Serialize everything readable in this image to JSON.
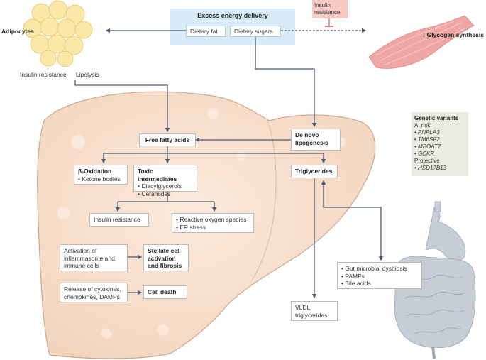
{
  "energy": {
    "title": "Excess energy delivery",
    "fat": "Dietary fat",
    "sugars": "Dietary sugars"
  },
  "insulin_resistance_muscle": "Insulin resistance",
  "glycogen_synthesis": "↓ Glycogen synthesis",
  "adipocytes": "Adipocytes",
  "adipo_insulin_resistance": "Insulin resistance",
  "lipolysis": "Lipolysis",
  "free_fatty_acids": "Free fatty acids",
  "de_novo": "De novo lipogenesis",
  "beta_oxidation": {
    "title": "β-Oxidation",
    "items": [
      "Ketone bodies"
    ]
  },
  "toxic": {
    "title": "Toxic intermediates",
    "items": [
      "Diacylglycerols",
      "Ceramides"
    ]
  },
  "triglycerides": "Triglycerides",
  "insulin_resistance_liver": "Insulin resistance",
  "ros": {
    "items": [
      "Reactive oxygen species",
      "ER stress"
    ]
  },
  "activation": "Activation of inflammasome and immune cells",
  "stellate": "Stellate cell activation and fibrosis",
  "release": "Release of cytokines, chemokines, DAMPs",
  "cell_death": "Cell death",
  "vldl": "VLDL triglycerides",
  "gut": {
    "items": [
      "Gut microbial dysbiosis",
      "PAMPs",
      "Bile acids"
    ]
  },
  "genetic": {
    "title": "Genetic variants",
    "at_risk": "At risk",
    "risk_items": [
      "PNPLA3",
      "TM6SF2",
      "MBOAT7",
      "GCKR"
    ],
    "protective": "Protective",
    "protective_items": [
      "HSD17B13"
    ]
  },
  "colors": {
    "liver": "#f7e1cf",
    "liver_outline": "#c9a891",
    "energy_panel": "#d8ebf7",
    "insulin_box": "#f6c9c5",
    "inhibit": "#d9534f",
    "arrow": "#4a5a73",
    "genetic_panel": "#ecebe1",
    "muscle": "#eea7a4",
    "adipocyte": "#fbe8a6",
    "gut": "#c6cdd6"
  }
}
